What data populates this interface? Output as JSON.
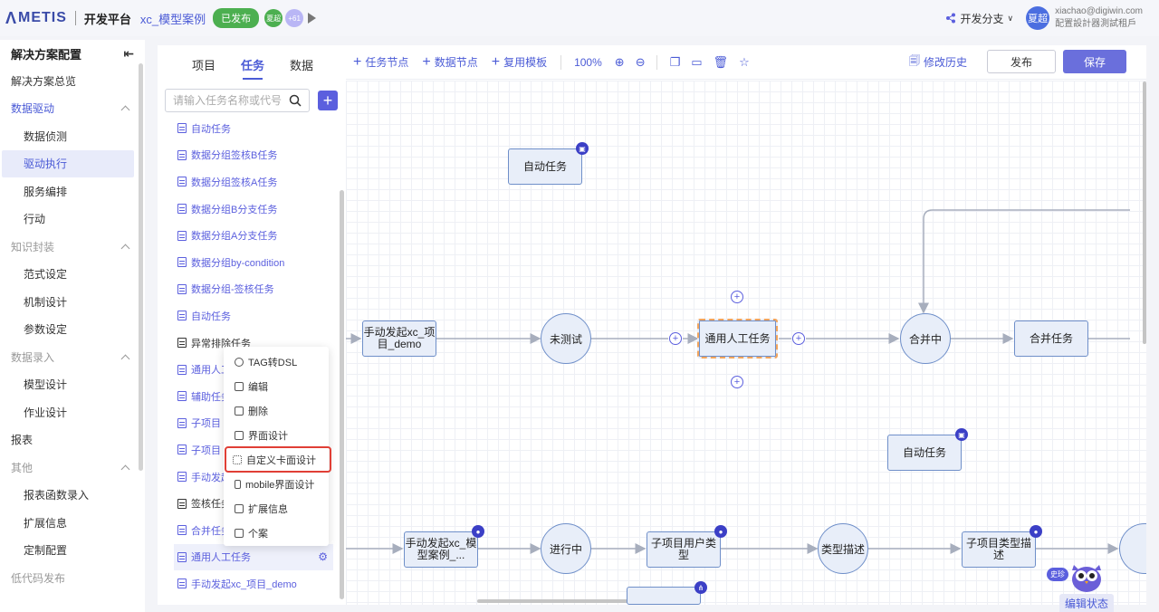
{
  "header": {
    "logo_text": "METIS",
    "platform": "开发平台",
    "project": "xc_模型案例",
    "status": "已发布",
    "avatar_1": "夏超",
    "avatar_2": "+61",
    "branch": "开发分支",
    "user_avatar": "夏超",
    "user_email": "xiachao@digiwin.com",
    "user_tenant": "配置設計器測試租戶"
  },
  "leftnav": {
    "title": "解决方案配置",
    "items": [
      {
        "label": "解决方案总览",
        "kind": "top"
      },
      {
        "label": "数据驱动",
        "kind": "section-active"
      },
      {
        "label": "数据侦测",
        "kind": "child"
      },
      {
        "label": "驱动执行",
        "kind": "child-selected"
      },
      {
        "label": "服务编排",
        "kind": "child"
      },
      {
        "label": "行动",
        "kind": "child"
      },
      {
        "label": "知识封装",
        "kind": "section"
      },
      {
        "label": "范式设定",
        "kind": "child"
      },
      {
        "label": "机制设计",
        "kind": "child"
      },
      {
        "label": "参数设定",
        "kind": "child"
      },
      {
        "label": "数据录入",
        "kind": "section"
      },
      {
        "label": "模型设计",
        "kind": "child"
      },
      {
        "label": "作业设计",
        "kind": "child"
      },
      {
        "label": "报表",
        "kind": "top"
      },
      {
        "label": "其他",
        "kind": "section"
      },
      {
        "label": "报表函数录入",
        "kind": "child"
      },
      {
        "label": "扩展信息",
        "kind": "child"
      },
      {
        "label": "定制配置",
        "kind": "child"
      },
      {
        "label": "低代码发布",
        "kind": "section"
      }
    ]
  },
  "taskpanel": {
    "tabs": [
      "项目",
      "任务",
      "数据"
    ],
    "search_placeholder": "请输入任务名称或代号",
    "tasks": [
      "自动任务",
      "数据分组签核B任务",
      "数据分组签核A任务",
      "数据分组B分支任务",
      "数据分组A分支任务",
      "数据分组by-condition",
      "数据分组-签核任务",
      "自动任务",
      "异常排除任务",
      "通用人工",
      "辅助任务",
      "子项目",
      "子项目",
      "手动发起",
      "签核任务",
      "合并任务",
      "通用人工任务",
      "手动发起xc_项目_demo"
    ]
  },
  "context_menu": {
    "items": [
      "TAG转DSL",
      "编辑",
      "删除",
      "界面设计",
      "自定义卡面设计",
      "mobile界面设计",
      "扩展信息",
      "个案"
    ]
  },
  "toolbar": {
    "task_node": "任务节点",
    "data_node": "数据节点",
    "reuse_template": "复用模板",
    "zoom": "100%",
    "history": "修改历史",
    "publish": "发布",
    "save": "保存"
  },
  "canvas": {
    "nodes": {
      "auto_task_1": "自动任务",
      "manual_start_1": "手动发起xc_项目_demo",
      "untested": "未测试",
      "general_manual": "通用人工任务",
      "merging": "合并中",
      "merge_task": "合并任务",
      "auto_task_2": "自动任务",
      "manual_start_2": "手动发起xc_模型案例_...",
      "in_progress": "进行中",
      "sub_user_type": "子项目用户类型",
      "type_desc": "类型描述",
      "sub_type_desc": "子项目类型描述"
    },
    "edit_state": "编辑状态",
    "mascot_tag": "史珍"
  }
}
